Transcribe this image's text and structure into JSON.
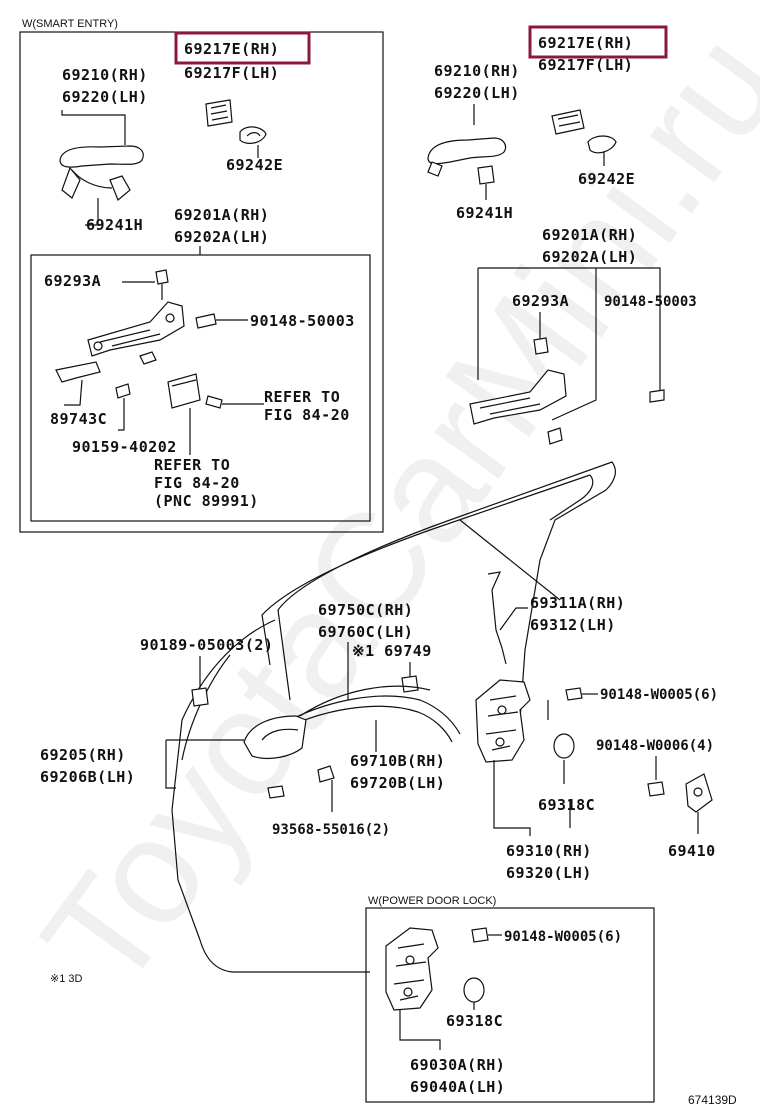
{
  "diagram_id": "674139D",
  "watermark": "ToyotaCarMini.ru",
  "highlight_color": "#8b1a3a",
  "footnote": "※1 3D",
  "boxes": {
    "smart_entry": "W(SMART ENTRY)",
    "power_door_lock": "W(POWER DOOR LOCK)"
  },
  "left_group": {
    "hl": "69217E(RH)",
    "p69217f": "69217F(LH)",
    "p69210": "69210(RH)",
    "p69220": "69220(LH)",
    "p69242e": "69242E",
    "p69241h": "69241H",
    "p69201a": "69201A(RH)",
    "p69202a": "69202A(LH)",
    "p69293a": "69293A",
    "p90148_50003": "90148-50003",
    "refer1a": "REFER TO",
    "refer1b": "FIG 84-20",
    "p89743c": "89743C",
    "p90159": "90159-40202",
    "refer2a": "REFER TO",
    "refer2b": "FIG 84-20",
    "refer2c": "(PNC 89991)"
  },
  "right_group": {
    "hl": "69217E(RH)",
    "p69217f": "69217F(LH)",
    "p69210": "69210(RH)",
    "p69220": "69220(LH)",
    "p69242e": "69242E",
    "p69241h": "69241H",
    "p69201a": "69201A(RH)",
    "p69202a": "69202A(LH)",
    "p69293a": "69293A",
    "p90148_50003": "90148-50003"
  },
  "door_group": {
    "p69311a": "69311A(RH)",
    "p69312": "69312(LH)",
    "p69750c": "69750C(RH)",
    "p69760c": "69760C(LH)",
    "p69749": "※1 69749",
    "p90189": "90189-05003(2)",
    "p90148_w0005": "90148-W0005(6)",
    "p90148_w0006": "90148-W0006(4)",
    "p69205": "69205(RH)",
    "p69206b": "69206B(LH)",
    "p69710b": "69710B(RH)",
    "p69720b": "69720B(LH)",
    "p69318c": "69318C",
    "p93568": "93568-55016(2)",
    "p69310": "69310(RH)",
    "p69320": "69320(LH)",
    "p69410": "69410"
  },
  "pdl_group": {
    "p90148_w0005": "90148-W0005(6)",
    "p69318c": "69318C",
    "p69030a": "69030A(RH)",
    "p69040a": "69040A(LH)"
  }
}
